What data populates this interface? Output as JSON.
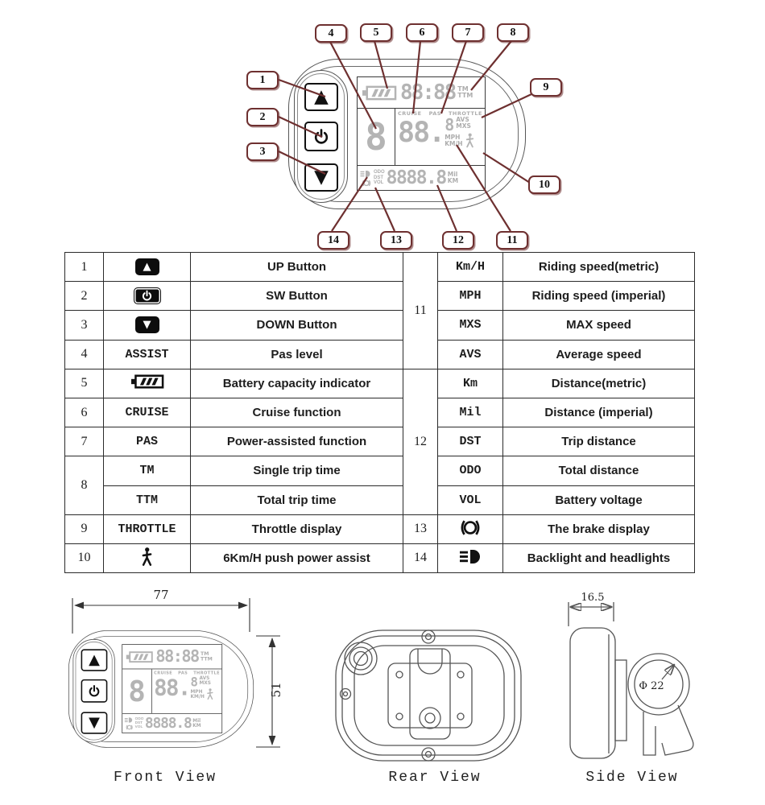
{
  "colors": {
    "callout_line": "#6e3030",
    "lcd_segment": "#b4b4b4",
    "drawing_line": "#555555"
  },
  "icons": {
    "up_arrow": "▲",
    "down_arrow": "▼",
    "power": "power-symbol-circle-bar",
    "battery": "battery-hatched",
    "walker": "pedestrian-figure",
    "brake": "brake-circle-arcs",
    "headlight": "headlight-beams"
  },
  "callouts": [
    "1",
    "2",
    "3",
    "4",
    "5",
    "6",
    "7",
    "8",
    "9",
    "10",
    "11",
    "12",
    "13",
    "14"
  ],
  "display": {
    "time": "88:88",
    "tm": "TM",
    "ttm": "TTM",
    "cruise": "CRUISE",
    "pas": "PAS",
    "throttle": "THROTTLE",
    "assist_level": "8",
    "speed": "88.",
    "speed_small": "8",
    "avs": "AVS",
    "mxs": "MXS",
    "mph": "MPH",
    "kmh": "KM/H",
    "odo": "ODO",
    "dst": "DST",
    "vol": "VOL",
    "odometer": "8888.8",
    "mil": "Mil",
    "km": "KM"
  },
  "table": {
    "left": [
      {
        "num": "1",
        "icon": "up-arrow",
        "desc": "UP Button"
      },
      {
        "num": "2",
        "icon": "power",
        "desc": "SW Button"
      },
      {
        "num": "3",
        "icon": "down-arrow",
        "desc": "DOWN Button"
      },
      {
        "num": "4",
        "label": "ASSIST",
        "desc": "Pas level"
      },
      {
        "num": "5",
        "icon": "battery",
        "desc": "Battery capacity indicator"
      },
      {
        "num": "6",
        "label": "CRUISE",
        "desc": "Cruise function"
      },
      {
        "num": "7",
        "label": "PAS",
        "desc": "Power-assisted function"
      },
      {
        "num": "8",
        "sub": [
          {
            "label": "TM",
            "desc": "Single trip time"
          },
          {
            "label": "TTM",
            "desc": "Total trip time"
          }
        ]
      },
      {
        "num": "9",
        "label": "THROTTLE",
        "desc": "Throttle display"
      },
      {
        "num": "10",
        "icon": "walker",
        "desc": "6Km/H push power assist"
      }
    ],
    "right": [
      {
        "num": "11",
        "sub": [
          {
            "label": "Km/H",
            "desc": "Riding speed(metric)"
          },
          {
            "label": "MPH",
            "desc": "Riding speed (imperial)"
          },
          {
            "label": "MXS",
            "desc": "MAX speed"
          },
          {
            "label": "AVS",
            "desc": "Average speed"
          }
        ]
      },
      {
        "num": "12",
        "sub": [
          {
            "label": "Km",
            "desc": "Distance(metric)"
          },
          {
            "label": "Mil",
            "desc": "Distance (imperial)"
          },
          {
            "label": "DST",
            "desc": "Trip distance"
          },
          {
            "label": "ODO",
            "desc": "Total distance"
          },
          {
            "label": "VOL",
            "desc": "Battery voltage"
          }
        ]
      },
      {
        "num": "13",
        "icon": "brake",
        "desc": "The brake display"
      },
      {
        "num": "14",
        "icon": "headlight",
        "desc": "Backlight and headlights"
      }
    ]
  },
  "views": {
    "front": {
      "caption": "Front View",
      "width_mm": "77",
      "height_mm": "51"
    },
    "rear": {
      "caption": "Rear View"
    },
    "side": {
      "caption": "Side View",
      "depth_mm": "16.5",
      "clamp_diameter": "Φ 22"
    }
  }
}
